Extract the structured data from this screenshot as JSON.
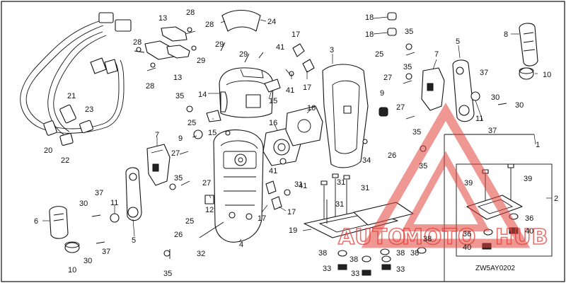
{
  "diagram_code": "ZW5AY0202",
  "watermark": {
    "text_a": "AUTO",
    "text_b": "MOTO",
    "text_c": "HUB",
    "color": "#e0413b"
  },
  "callouts": {
    "c1": "1",
    "c2": "2",
    "c3": "3",
    "c4": "4",
    "c5a": "5",
    "c5b": "5",
    "c6": "6",
    "c7a": "7",
    "c7b": "7",
    "c8": "8",
    "c9a": "9",
    "c9b": "9",
    "c10a": "10",
    "c10b": "10",
    "c11a": "11",
    "c11b": "11",
    "c12": "12",
    "c13a": "13",
    "c13b": "13",
    "c14": "14",
    "c15a": "15",
    "c15b": "15",
    "c16a": "16",
    "c16b": "16",
    "c17a": "17",
    "c17b": "17",
    "c17c": "17",
    "c17d": "17",
    "c18a": "18",
    "c18b": "18",
    "c19": "19",
    "c20": "20",
    "c21": "21",
    "c22": "22",
    "c23": "23",
    "c24": "24",
    "c25a": "25",
    "c25b": "25",
    "c25c": "25",
    "c26a": "26",
    "c26b": "26",
    "c27a": "27",
    "c27b": "27",
    "c27c": "27",
    "c27d": "27",
    "c28a": "28",
    "c28b": "28",
    "c28c": "28",
    "c28d": "28",
    "c29a": "29",
    "c29b": "29",
    "c29c": "29",
    "c30a": "30",
    "c30b": "30",
    "c30c": "30",
    "c30d": "30",
    "c31a": "31",
    "c31b": "31",
    "c31c": "31",
    "c31d": "31",
    "c32": "32",
    "c33a": "33",
    "c33b": "33",
    "c33c": "33",
    "c34": "34",
    "c35a": "35",
    "c35b": "35",
    "c35c": "35",
    "c35d": "35",
    "c35e": "35",
    "c35f": "35",
    "c35g": "35",
    "c36a": "36",
    "c36b": "36",
    "c37a": "37",
    "c37b": "37",
    "c37c": "37",
    "c37d": "37",
    "c38a": "38",
    "c38b": "38",
    "c38c": "38",
    "c38d": "38",
    "c38e": "38",
    "c39a": "39",
    "c39b": "39",
    "c40a": "40",
    "c40b": "40",
    "c41a": "41",
    "c41b": "41",
    "c41c": "41",
    "c41d": "41"
  }
}
